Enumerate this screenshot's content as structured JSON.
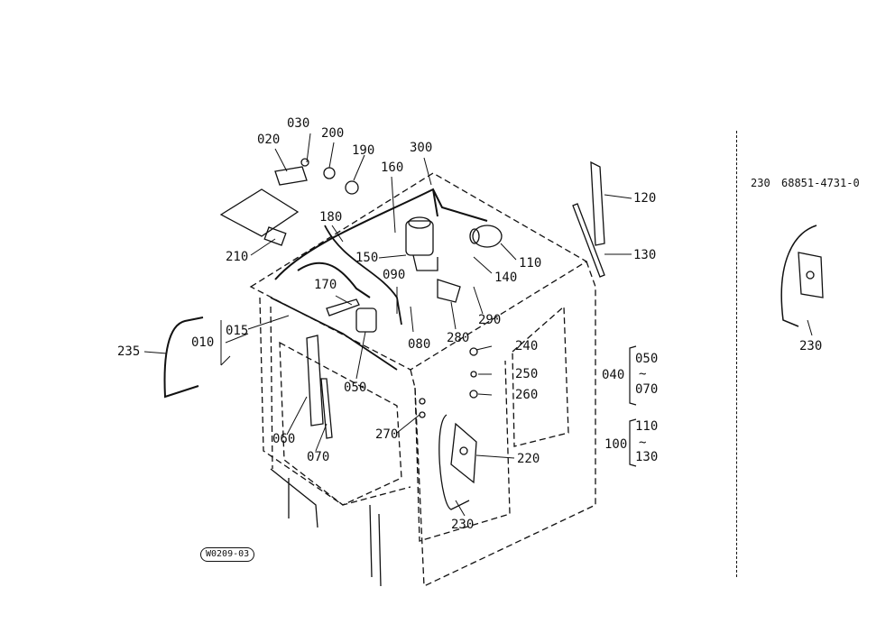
{
  "labels": {
    "p030": "030",
    "p020": "020",
    "p200": "200",
    "p190": "190",
    "p300": "300",
    "p160": "160",
    "p180": "180",
    "p210": "210",
    "p150": "150",
    "p110": "110",
    "p140": "140",
    "p120": "120",
    "p130": "130",
    "p090": "090",
    "p170": "170",
    "p015": "015",
    "p010": "010",
    "p235": "235",
    "p080": "080",
    "p290": "290",
    "p280": "280",
    "p050": "050",
    "p240": "240",
    "p250": "250",
    "p260": "260",
    "p060": "060",
    "p070": "070",
    "p270": "270",
    "p220": "220",
    "p230": "230",
    "group_040": "040",
    "group_040_from": "050",
    "group_040_to": "070",
    "group_100": "100",
    "group_100_from": "110",
    "group_100_to": "130",
    "range_symbol": "~",
    "inset_part": "230",
    "inset_partno": "68851-4731-0",
    "inset_caption": "230",
    "stamp": "W0209-03"
  }
}
